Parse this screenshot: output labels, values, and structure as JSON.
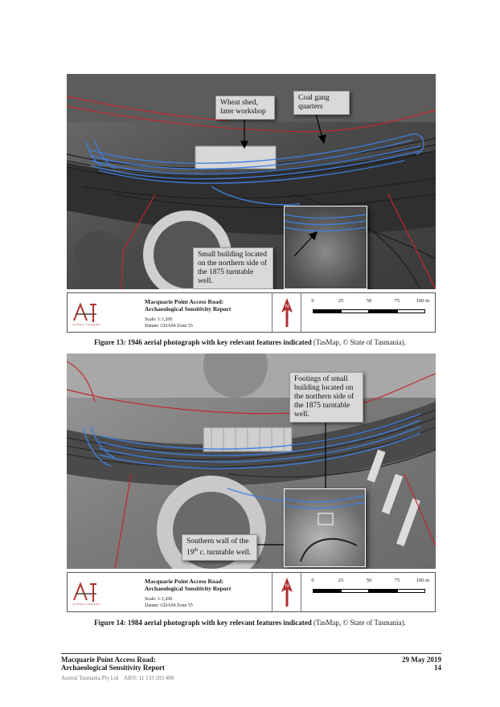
{
  "figure13": {
    "callout_wheat": "Wheat shed, later workshop",
    "callout_coal": "Coal gang quarters",
    "callout_small": "Small building located on the northern side of the 1875 turntable well.",
    "legend": {
      "title_line1": "Macquarie Point Access Road:",
      "title_line2": "Archaeological Sensitivity Report",
      "scale": "Scale: 1:1,200",
      "datum": "Datum: GDA94 Zone 55",
      "logo_sub": "AUSTRAL TASMANIA",
      "ticks": [
        "0",
        "25",
        "50",
        "75",
        "100 m"
      ]
    },
    "caption_bold": "Figure 13: 1946 aerial photograph with key relevant features indicated",
    "caption_rest": " (TasMap, © State of Tasmania)."
  },
  "figure14": {
    "callout_footings": "Footings of small building located on the northern side of the 1875 turntable well.",
    "callout_southern_a": "Southern wall of the",
    "callout_southern_sup_pre": "19",
    "callout_southern_sup": "th",
    "callout_southern_b": " c. turntable well.",
    "legend": {
      "title_line1": "Macquarie Point Access Road:",
      "title_line2": "Archaeological Sensitivity Report",
      "scale": "Scale: 1:1,200",
      "datum": "Datum: GDA94 Zone 55",
      "logo_sub": "AUSTRAL TASMANIA",
      "ticks": [
        "0",
        "25",
        "50",
        "75",
        "100 m"
      ]
    },
    "caption_bold": "Figure 14: 1984 aerial photograph with key relevant features indicated",
    "caption_rest": " (TasMap, © State of Tasmania)."
  },
  "footer": {
    "title_line1": "Macquarie Point Access Road:",
    "title_line2": "Archaeological Sensitivity Report",
    "date": "29 May 2019",
    "page": "14",
    "company": "Austral Tasmania Pty Ltd    ABN: 11 133 203 488"
  },
  "colors": {
    "overlay_blue": "#3f7fe0",
    "boundary_red": "#c0282d",
    "callout_bg": "#d9d9d9"
  }
}
